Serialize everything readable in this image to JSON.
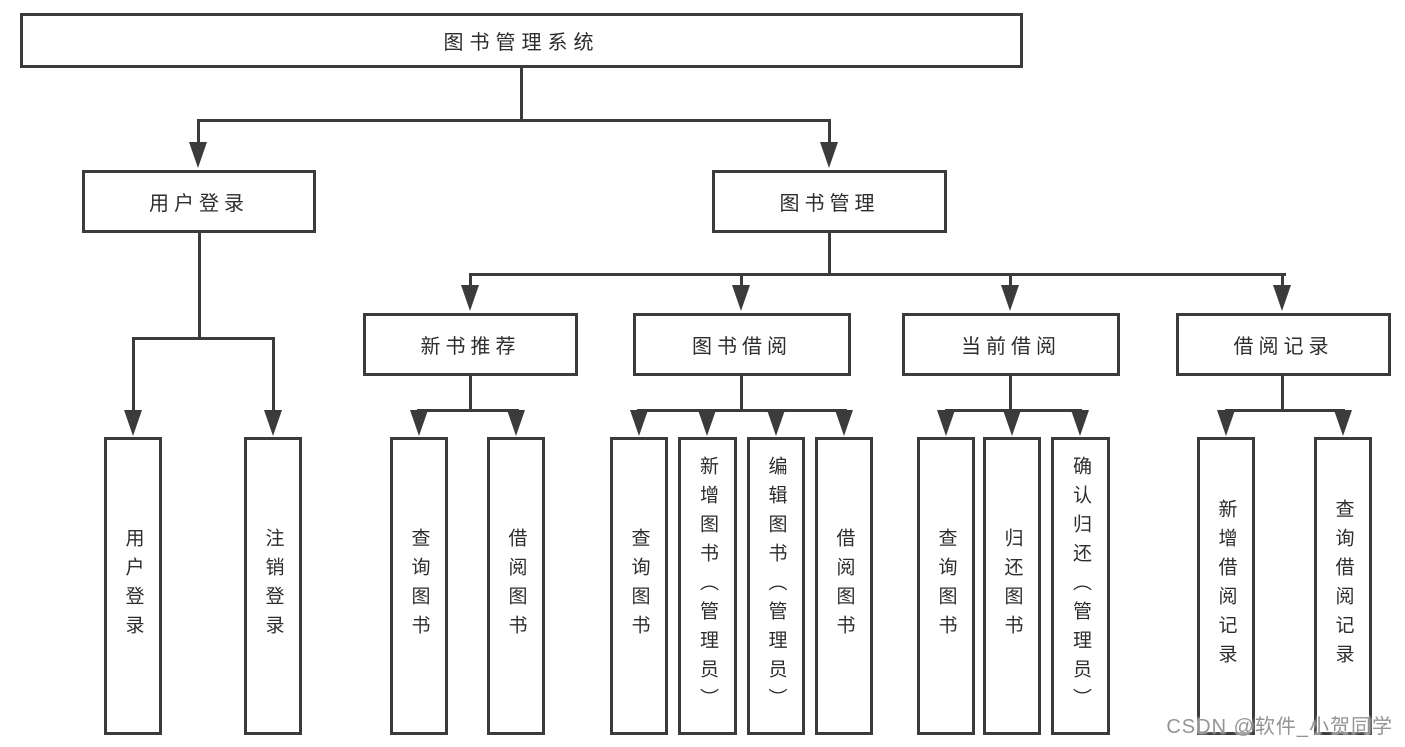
{
  "diagram": {
    "type": "hierarchy-tree",
    "colors": {
      "line": "#3b3b3b",
      "text": "#2d2d2d",
      "background": "#ffffff",
      "watermark": "#949494"
    },
    "tree": {
      "label": "图书管理系统",
      "children": [
        {
          "label": "用户登录",
          "children": [
            {
              "label": "用户登录"
            },
            {
              "label": "注销登录"
            }
          ]
        },
        {
          "label": "图书管理",
          "children": [
            {
              "label": "新书推荐",
              "children": [
                {
                  "label": "查询图书"
                },
                {
                  "label": "借阅图书"
                }
              ]
            },
            {
              "label": "图书借阅",
              "children": [
                {
                  "label": "查询图书"
                },
                {
                  "label": "新增图书（管理员）"
                },
                {
                  "label": "编辑图书（管理员）"
                },
                {
                  "label": "借阅图书"
                }
              ]
            },
            {
              "label": "当前借阅",
              "children": [
                {
                  "label": "查询图书"
                },
                {
                  "label": "归还图书"
                },
                {
                  "label": "确认归还（管理员）"
                }
              ]
            },
            {
              "label": "借阅记录",
              "children": [
                {
                  "label": "新增借阅记录"
                },
                {
                  "label": "查询借阅记录"
                }
              ]
            }
          ]
        }
      ]
    },
    "watermark": "CSDN @软件_小贺同学"
  }
}
